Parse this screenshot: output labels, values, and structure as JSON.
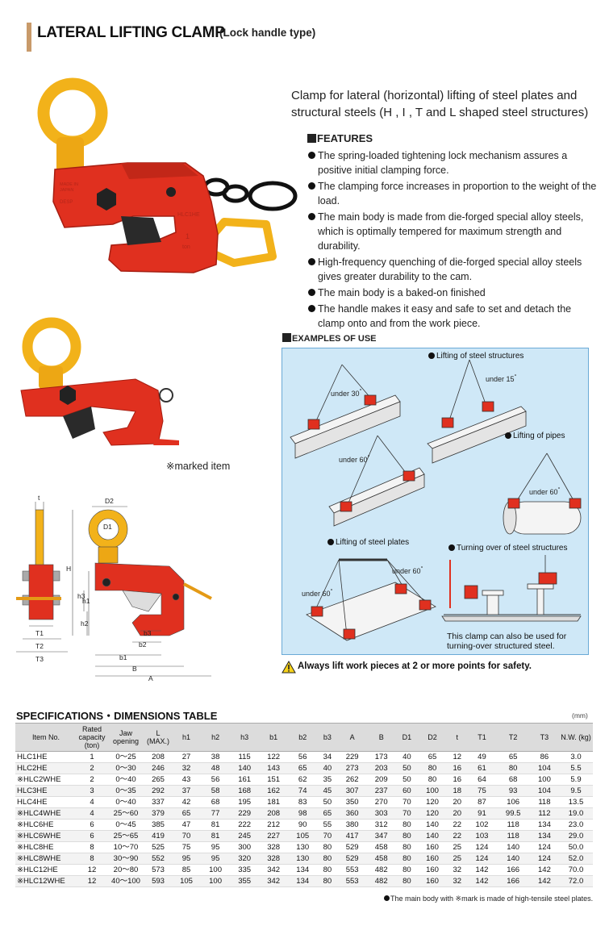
{
  "header": {
    "title": "LATERAL LIFTING CLAMP",
    "subtitle": "(Lock handle type)"
  },
  "intro": {
    "text": "Clamp for lateral (horizontal) lifting of steel plates and structural steels (H , I , T and L shaped steel structures)"
  },
  "features": {
    "heading": "FEATURES",
    "items": [
      "The spring-loaded tightening  lock mechanism assures a positive initial clamping force.",
      "The clamping force increases in proportion to the weight of the load.",
      "The main body  is made  from die-forged special alloy steels, which is optimally tempered for maximum strength and durability.",
      "High-frequency quenching of die-forged special alloy steels gives greater durability to the cam.",
      "The main body  is a baked-on finished",
      "The handle makes it easy and  safe to set and detach the clamp onto and from the work piece."
    ]
  },
  "photo": {
    "marked_caption": "※marked item",
    "clamp_markings": [
      "MADE IN JAPAN",
      "DESP",
      "HLC1HE",
      "1",
      "ton"
    ]
  },
  "drawing": {
    "labels": [
      "t",
      "D2",
      "D1",
      "H",
      "h3",
      "h1",
      "h2",
      "b3",
      "b2",
      "b1",
      "B",
      "A",
      "T1",
      "T2",
      "T3"
    ]
  },
  "examples": {
    "heading": "EXAMPLES OF USE",
    "labels": {
      "structures": "Lifting of  steel structures",
      "pipes": "Lifting of pipes",
      "plates": "Lifting of steel plates",
      "turning": "Turning over of steel structures"
    },
    "angles": {
      "a30": "under 30",
      "a15": "under 15",
      "a60_beam": "under 60",
      "a60_pipe": "under 60",
      "a60_plate_left": "under 60",
      "a60_plate_right": "under 60"
    },
    "degree": "°",
    "turning_note": "This clamp can also be used for turning-over structured steel."
  },
  "warning": {
    "text": "Always lift work pieces at 2 or more points for safety."
  },
  "specs": {
    "title": "SPECIFICATIONS・DIMENSIONS TABLE",
    "unit": "(mm)",
    "columns": [
      "Item No.",
      "Rated capacity (ton)",
      "Jaw opening",
      "L (MAX.)",
      "h1",
      "h2",
      "h3",
      "b1",
      "b2",
      "b3",
      "A",
      "B",
      "D1",
      "D2",
      "t",
      "T1",
      "T2",
      "T3",
      "N.W. (kg)"
    ],
    "rows": [
      [
        "HLC1HE",
        "1",
        "0～25",
        "208",
        "27",
        "38",
        "115",
        "122",
        "56",
        "34",
        "229",
        "173",
        "40",
        "65",
        "12",
        "49",
        "65",
        "86",
        "3.0"
      ],
      [
        "HLC2HE",
        "2",
        "0～30",
        "246",
        "32",
        "48",
        "140",
        "143",
        "65",
        "40",
        "273",
        "203",
        "50",
        "80",
        "16",
        "61",
        "80",
        "104",
        "5.5"
      ],
      [
        "※HLC2WHE",
        "2",
        "0～40",
        "265",
        "43",
        "56",
        "161",
        "151",
        "62",
        "35",
        "262",
        "209",
        "50",
        "80",
        "16",
        "64",
        "68",
        "100",
        "5.9"
      ],
      [
        "HLC3HE",
        "3",
        "0～35",
        "292",
        "37",
        "58",
        "168",
        "162",
        "74",
        "45",
        "307",
        "237",
        "60",
        "100",
        "18",
        "75",
        "93",
        "104",
        "9.5"
      ],
      [
        "HLC4HE",
        "4",
        "0～40",
        "337",
        "42",
        "68",
        "195",
        "181",
        "83",
        "50",
        "350",
        "270",
        "70",
        "120",
        "20",
        "87",
        "106",
        "118",
        "13.5"
      ],
      [
        "※HLC4WHE",
        "4",
        "25～60",
        "379",
        "65",
        "77",
        "229",
        "208",
        "98",
        "65",
        "360",
        "303",
        "70",
        "120",
        "20",
        "91",
        "99.5",
        "112",
        "19.0"
      ],
      [
        "※HLC6HE",
        "6",
        "0～45",
        "385",
        "47",
        "81",
        "222",
        "212",
        "90",
        "55",
        "380",
        "312",
        "80",
        "140",
        "22",
        "102",
        "118",
        "134",
        "23.0"
      ],
      [
        "※HLC6WHE",
        "6",
        "25～65",
        "419",
        "70",
        "81",
        "245",
        "227",
        "105",
        "70",
        "417",
        "347",
        "80",
        "140",
        "22",
        "103",
        "118",
        "134",
        "29.0"
      ],
      [
        "※HLC8HE",
        "8",
        "10～70",
        "525",
        "75",
        "95",
        "300",
        "328",
        "130",
        "80",
        "529",
        "458",
        "80",
        "160",
        "25",
        "124",
        "140",
        "124",
        "50.0"
      ],
      [
        "※HLC8WHE",
        "8",
        "30～90",
        "552",
        "95",
        "95",
        "320",
        "328",
        "130",
        "80",
        "529",
        "458",
        "80",
        "160",
        "25",
        "124",
        "140",
        "124",
        "52.0"
      ],
      [
        "※HLC12HE",
        "12",
        "20～80",
        "573",
        "85",
        "100",
        "335",
        "342",
        "134",
        "80",
        "553",
        "482",
        "80",
        "160",
        "32",
        "142",
        "166",
        "142",
        "70.0"
      ],
      [
        "※HLC12WHE",
        "12",
        "40～100",
        "593",
        "105",
        "100",
        "355",
        "342",
        "134",
        "80",
        "553",
        "482",
        "80",
        "160",
        "32",
        "142",
        "166",
        "142",
        "72.0"
      ]
    ],
    "footnote": "The main body with ※mark is made of high-tensile steel plates."
  },
  "colors": {
    "clamp_red": "#e0301f",
    "shackle_yellow": "#f2b21a",
    "examples_bg": "#cfe8f7",
    "title_accent": "#c89a6a"
  }
}
